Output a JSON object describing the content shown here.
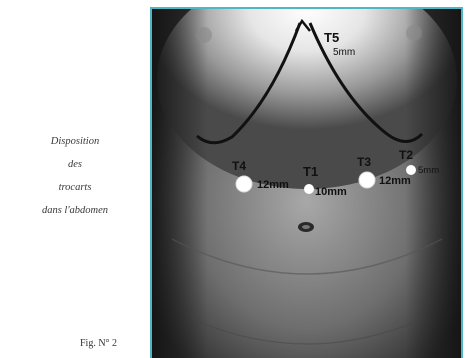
{
  "caption": {
    "line1": "Disposition",
    "line2": "des",
    "line3": "trocarts",
    "line4": "dans l'abdomen"
  },
  "figure_label": "Fig. N° 2",
  "trocars": [
    {
      "id": "T5",
      "size": "5mm"
    },
    {
      "id": "T4",
      "size": "12mm"
    },
    {
      "id": "T1",
      "size": "10mm"
    },
    {
      "id": "T3",
      "size": "12mm"
    },
    {
      "id": "T2",
      "size": "5mm"
    }
  ],
  "colors": {
    "frame_border": "#4fb6c9",
    "marker": "#ffffff",
    "line": "#111111"
  }
}
